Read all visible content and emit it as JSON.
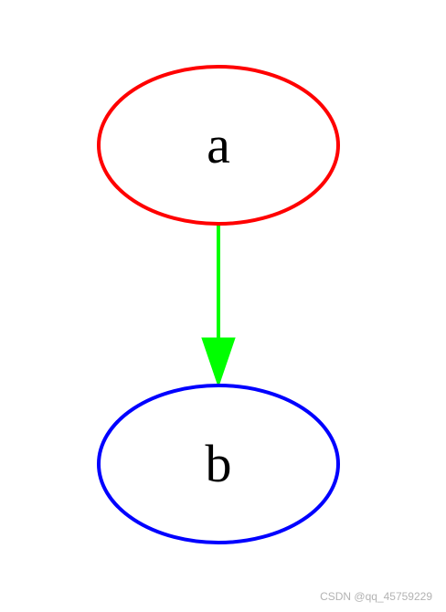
{
  "nodes": {
    "a": {
      "label": "a",
      "stroke": "#ff0000"
    },
    "b": {
      "label": "b",
      "stroke": "#0000ff"
    }
  },
  "edge": {
    "from": "a",
    "to": "b",
    "color": "#00ff00"
  },
  "watermark": "CSDN @qq_45759229"
}
